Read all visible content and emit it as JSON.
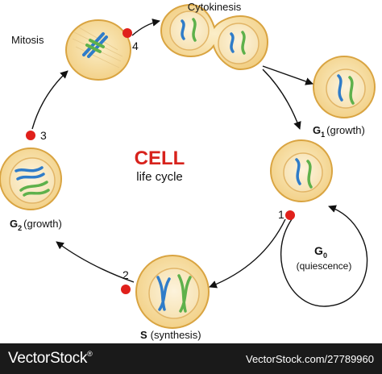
{
  "colors": {
    "cell_fill": "#f6dc9e",
    "cell_stroke": "#d9a441",
    "nucleus_stroke": "#e2b567",
    "chromatid_blue": "#2f7cc9",
    "chromatid_green": "#5eb14b",
    "point_red": "#e0201b",
    "title_red": "#d7221c",
    "arrow": "#111111",
    "footer_bg": "#1a1a1a"
  },
  "title": {
    "main": "CELL",
    "sub": "life cycle"
  },
  "phases": {
    "mitosis": {
      "label": "Mitosis"
    },
    "cytokinesis": {
      "label": "Cytokinesis"
    },
    "g1": {
      "letter": "G",
      "sub": "1",
      "desc": "(growth)"
    },
    "g0": {
      "letter": "G",
      "sub": "0",
      "desc": "(quiescence)"
    },
    "s": {
      "letter": "S",
      "desc": "(synthesis)"
    },
    "g2": {
      "letter": "G",
      "sub": "2",
      "desc": "(growth)"
    }
  },
  "checkpoints": [
    "1",
    "2",
    "3",
    "4"
  ],
  "footer": {
    "brand": "VectorStock",
    "reg": "®",
    "url": "VectorStock.com/27789960"
  }
}
